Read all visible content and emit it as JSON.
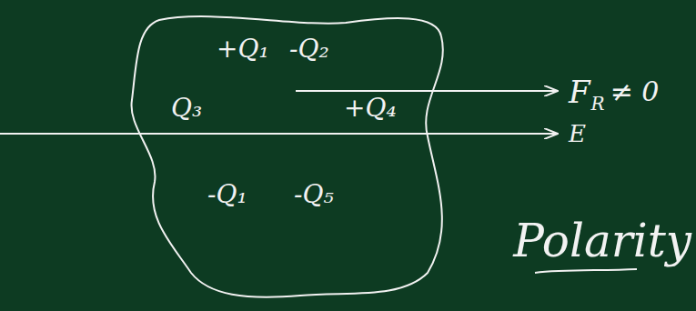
{
  "diagram": {
    "nodes": [
      {
        "text": [
          "+Q₁",
          "-Q₂",
          "Q₃",
          "+Q₄",
          "-Q₁",
          "-Q₅"
        ]
      }
    ],
    "labels": [
      "F",
      "R",
      "≠ 0",
      "E",
      "Polarity"
    ]
  }
}
